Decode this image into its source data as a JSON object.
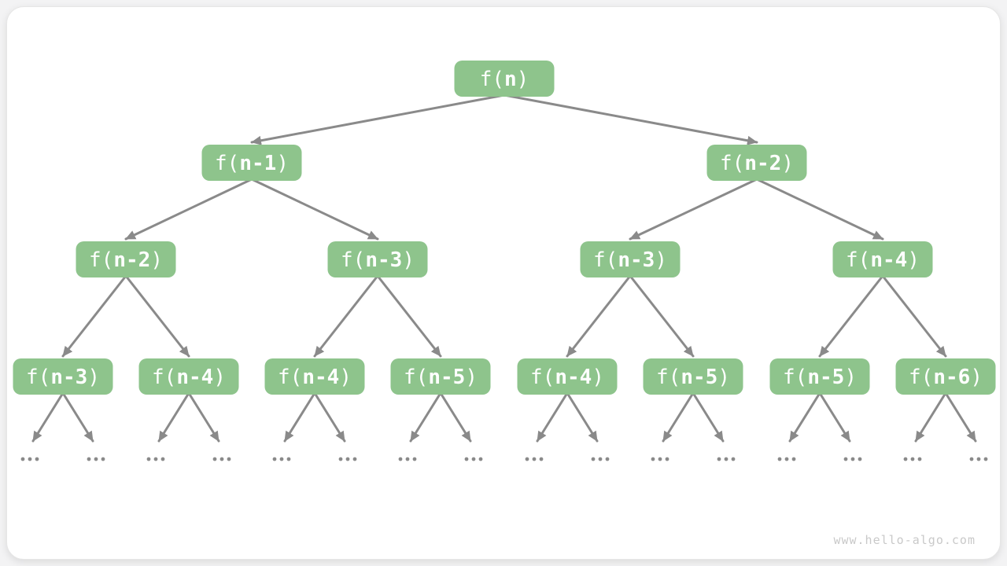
{
  "watermark": "www.hello-algo.com",
  "colors": {
    "page_bg": "#F3F3F4",
    "card_bg": "#FFFFFF",
    "node_fill": "#8EC48C",
    "node_text": "#FFFFFF",
    "arrow": "#8A8A8A",
    "dots": "#8A8A8A",
    "watermark_text": "#C9C9C9"
  },
  "tree": {
    "levels": [
      {
        "nodes": [
          {
            "pre": "f(",
            "arg": "n",
            "post": ")"
          }
        ]
      },
      {
        "nodes": [
          {
            "pre": "f(",
            "arg": "n-1",
            "post": ")"
          },
          {
            "pre": "f(",
            "arg": "n-2",
            "post": ")"
          }
        ]
      },
      {
        "nodes": [
          {
            "pre": "f(",
            "arg": "n-2",
            "post": ")"
          },
          {
            "pre": "f(",
            "arg": "n-3",
            "post": ")"
          },
          {
            "pre": "f(",
            "arg": "n-3",
            "post": ")"
          },
          {
            "pre": "f(",
            "arg": "n-4",
            "post": ")"
          }
        ]
      },
      {
        "nodes": [
          {
            "pre": "f(",
            "arg": "n-3",
            "post": ")"
          },
          {
            "pre": "f(",
            "arg": "n-4",
            "post": ")"
          },
          {
            "pre": "f(",
            "arg": "n-4",
            "post": ")"
          },
          {
            "pre": "f(",
            "arg": "n-5",
            "post": ")"
          },
          {
            "pre": "f(",
            "arg": "n-4",
            "post": ")"
          },
          {
            "pre": "f(",
            "arg": "n-5",
            "post": ")"
          },
          {
            "pre": "f(",
            "arg": "n-5",
            "post": ")"
          },
          {
            "pre": "f(",
            "arg": "n-6",
            "post": ")"
          }
        ]
      }
    ],
    "leaf_ellipsis": "..."
  }
}
